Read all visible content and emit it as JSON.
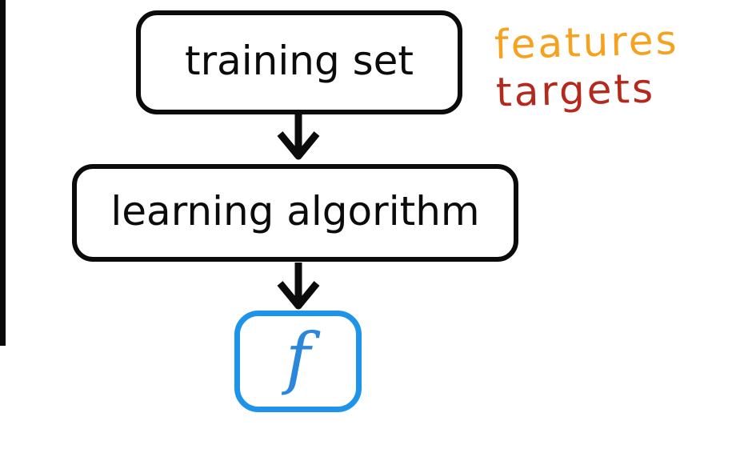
{
  "page": {
    "background": "#ffffff"
  },
  "colors": {
    "node_border": "#0b0b0b",
    "node_text": "#0b0b0b",
    "arrow": "#0b0b0b",
    "model_box_border": "#1e93ea",
    "model_text": "#2b87da",
    "features_label": "#f6a21e",
    "targets_label": "#b5291c",
    "edge_bar": "#0a0a0a"
  },
  "diagram": {
    "nodes": [
      {
        "id": "training-set",
        "label": "training set"
      },
      {
        "id": "learning-algorithm",
        "label": "learning algorithm"
      },
      {
        "id": "model-function",
        "label": "f"
      }
    ],
    "annotations": [
      {
        "id": "features",
        "label": "features"
      },
      {
        "id": "targets",
        "label": "targets"
      }
    ]
  }
}
